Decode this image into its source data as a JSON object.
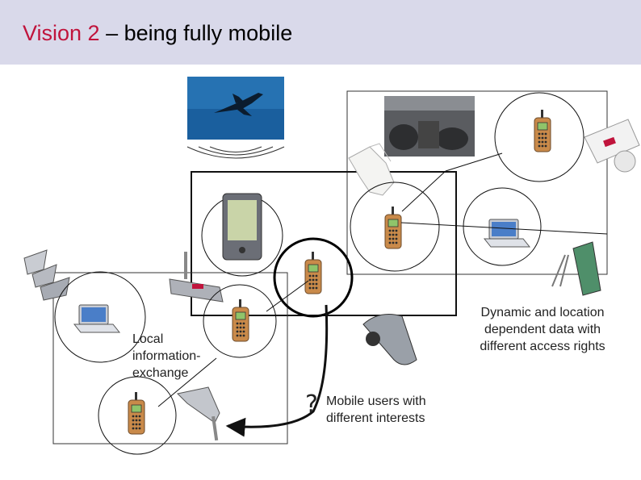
{
  "title": {
    "accent": "Vision 2",
    "rest": " – being fully mobile"
  },
  "labels": {
    "local": "Local\ninformation-\nexchange",
    "dynamic": "Dynamic and location\ndependent data with\ndifferent access rights",
    "mobile": "Mobile users with\ndifferent interests",
    "question": "?"
  },
  "colors": {
    "header_bg": "#d9d9ea",
    "title_accent": "#c0143c",
    "sky": "#1a5f9e"
  },
  "icons": [
    "airplane-icon",
    "car-interior-icon",
    "golf-glove-icon",
    "golf-balls-icon",
    "pda-icon",
    "mobile-phone-icon",
    "laptop-icon",
    "golf-bag-icon",
    "golf-clubs-icon",
    "putter-icon",
    "headset-icon",
    "golf-iron-icon"
  ]
}
